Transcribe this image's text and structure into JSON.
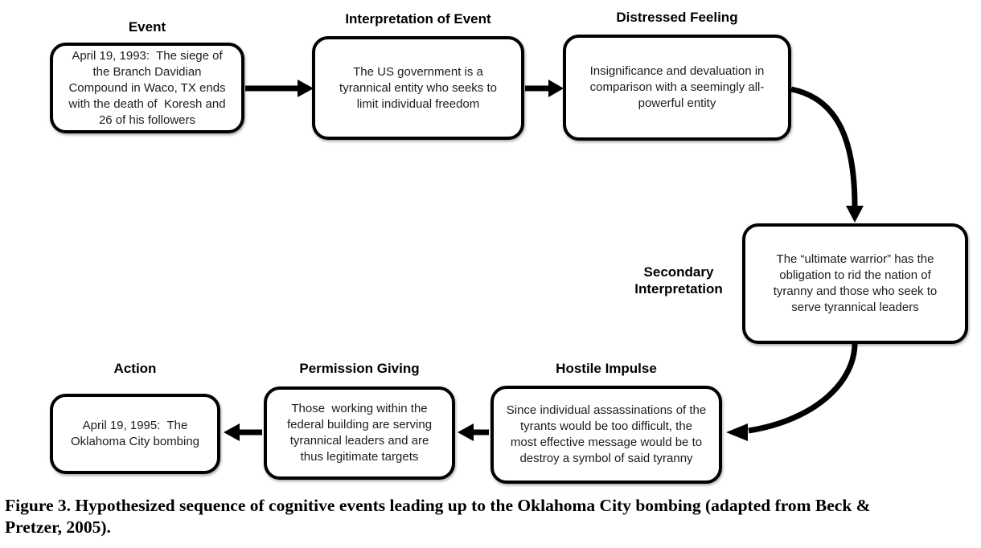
{
  "colors": {
    "ink": "#000000",
    "box_fill": "#ffffff",
    "background": "#ffffff"
  },
  "nodes": [
    {
      "id": "event",
      "label": "Event",
      "text": "April 19, 1993:  The siege of\nthe Branch Davidian\nCompound in Waco, TX ends\nwith the death of  Koresh and\n26 of his followers"
    },
    {
      "id": "interpretation-of-event",
      "label": "Interpretation of Event",
      "text": "The US government is a\ntyrannical entity who seeks to\nlimit individual freedom"
    },
    {
      "id": "distressed-feeling",
      "label": "Distressed Feeling",
      "text": "Insignificance and devaluation in\ncomparison with a seemingly all-\npowerful entity"
    },
    {
      "id": "secondary-interpretation",
      "label": "Secondary\nInterpretation",
      "text": "The “ultimate warrior” has the\nobligation to rid the nation of\ntyranny and those who seek to\nserve tyrannical leaders"
    },
    {
      "id": "hostile-impulse",
      "label": "Hostile Impulse",
      "text": "Since individual assassinations of the\ntyrants would be too difficult, the\nmost effective message would be to\ndestroy a symbol of said tyranny"
    },
    {
      "id": "permission-giving",
      "label": "Permission Giving",
      "text": "Those  working within the\nfederal building are serving\ntyrannical leaders and are\nthus legitimate targets"
    },
    {
      "id": "action",
      "label": "Action",
      "text": "April 19, 1995:  The\nOklahoma City bombing"
    }
  ],
  "edges": [
    {
      "from": "event",
      "to": "interpretation-of-event"
    },
    {
      "from": "interpretation-of-event",
      "to": "distressed-feeling"
    },
    {
      "from": "distressed-feeling",
      "to": "secondary-interpretation"
    },
    {
      "from": "secondary-interpretation",
      "to": "hostile-impulse"
    },
    {
      "from": "hostile-impulse",
      "to": "permission-giving"
    },
    {
      "from": "permission-giving",
      "to": "action"
    }
  ],
  "caption": "Figure 3. Hypothesized sequence of cognitive events leading up to the Oklahoma City bombing (adapted from Beck &\nPretzer, 2005)."
}
